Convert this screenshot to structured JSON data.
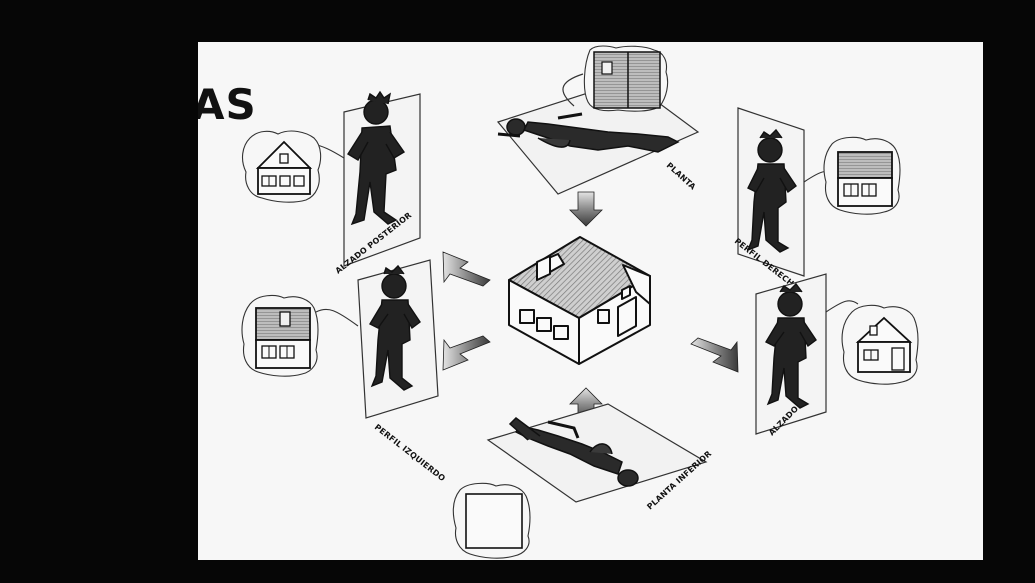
{
  "title": "AS",
  "views": {
    "top": "PLANTA",
    "rear": "ALZADO POSTERIOR",
    "right": "PERFIL DERECHO",
    "left": "PERFIL IZQUIERDO",
    "front": "ALZADO",
    "bottom": "PLANTA INFERIOR"
  }
}
